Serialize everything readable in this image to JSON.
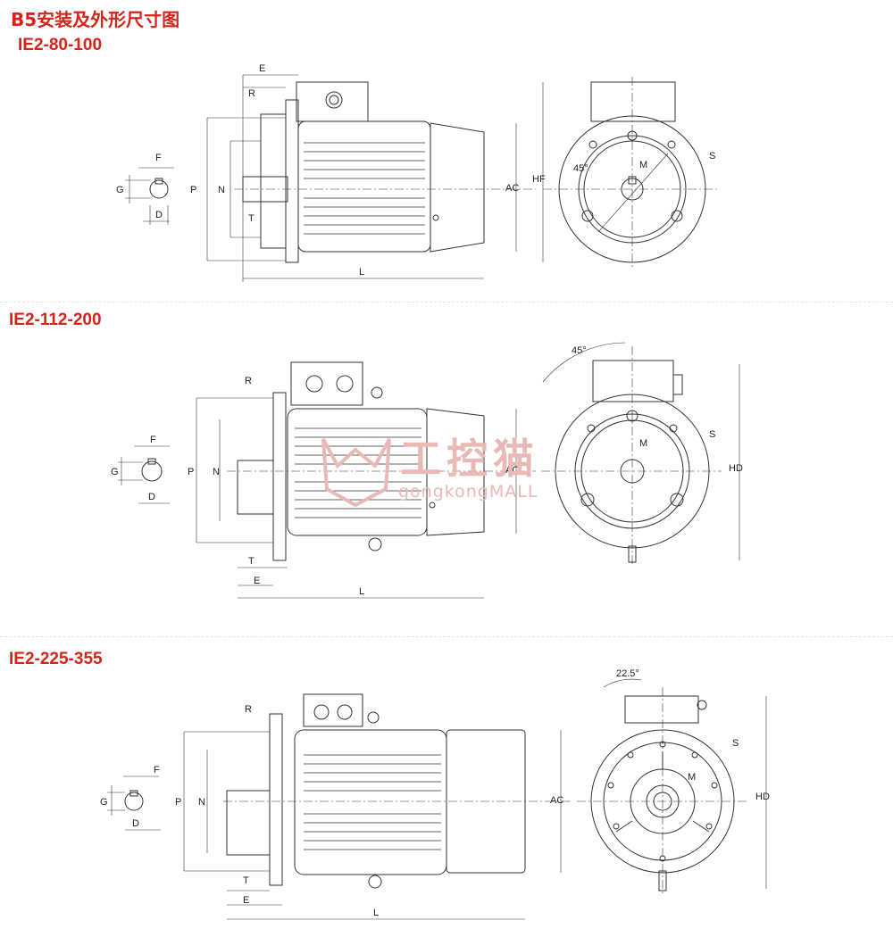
{
  "header": {
    "title": "B5安装及外形尺寸图",
    "sections": [
      {
        "label": "IE2-80-100"
      },
      {
        "label": "IE2-112-200"
      },
      {
        "label": "IE2-225-355"
      }
    ]
  },
  "dims": {
    "E": "E",
    "R": "R",
    "F": "F",
    "G": "G",
    "D": "D",
    "P": "P",
    "N": "N",
    "T": "T",
    "L": "L",
    "AC": "AC",
    "HF": "HF",
    "HD": "HD",
    "M": "M",
    "S": "S",
    "angle45": "45°",
    "angle22": "22.5°"
  },
  "watermark": {
    "text": "工控猫",
    "subtext": "gongkongMALL"
  },
  "colors": {
    "accent": "#d6241a",
    "line": "#333333",
    "watermark": "#e9b9b6"
  }
}
